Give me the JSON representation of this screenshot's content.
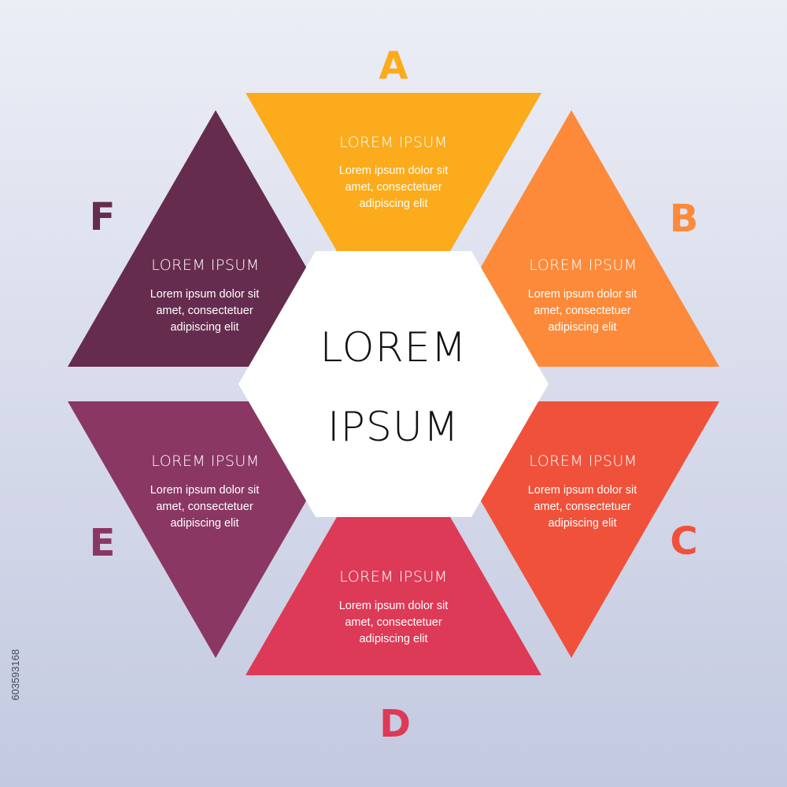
{
  "segments": [
    {
      "letter": "A",
      "title": "LOREM IPSUM",
      "body": [
        "Lorem ipsum dolor sit",
        "amet, consectetuer",
        "adipiscing elit"
      ],
      "color": "#fbab1b"
    },
    {
      "letter": "B",
      "title": "LOREM IPSUM",
      "body": [
        "Lorem ipsum dolor sit",
        "amet, consectetuer",
        "adipiscing elit"
      ],
      "color": "#fc8a3a"
    },
    {
      "letter": "C",
      "title": "LOREM IPSUM",
      "body": [
        "Lorem ipsum dolor sit",
        "amet, consectetuer",
        "adipiscing elit"
      ],
      "color": "#f0513a"
    },
    {
      "letter": "D",
      "title": "LOREM IPSUM",
      "body": [
        "Lorem ipsum dolor sit",
        "amet, consectetuer",
        "adipiscing elit"
      ],
      "color": "#dc3a57"
    },
    {
      "letter": "E",
      "title": "LOREM IPSUM",
      "body": [
        "Lorem ipsum dolor sit",
        "amet, consectetuer",
        "adipiscing elit"
      ],
      "color": "#8a3763"
    },
    {
      "letter": "F",
      "title": "LOREM IPSUM",
      "body": [
        "Lorem ipsum dolor sit",
        "amet, consectetuer",
        "adipiscing elit"
      ],
      "color": "#652c4d"
    }
  ],
  "center": {
    "line1": "LOREM",
    "line2": "IPSUM",
    "fill": "#ffffff"
  },
  "stock_id": "603593168"
}
